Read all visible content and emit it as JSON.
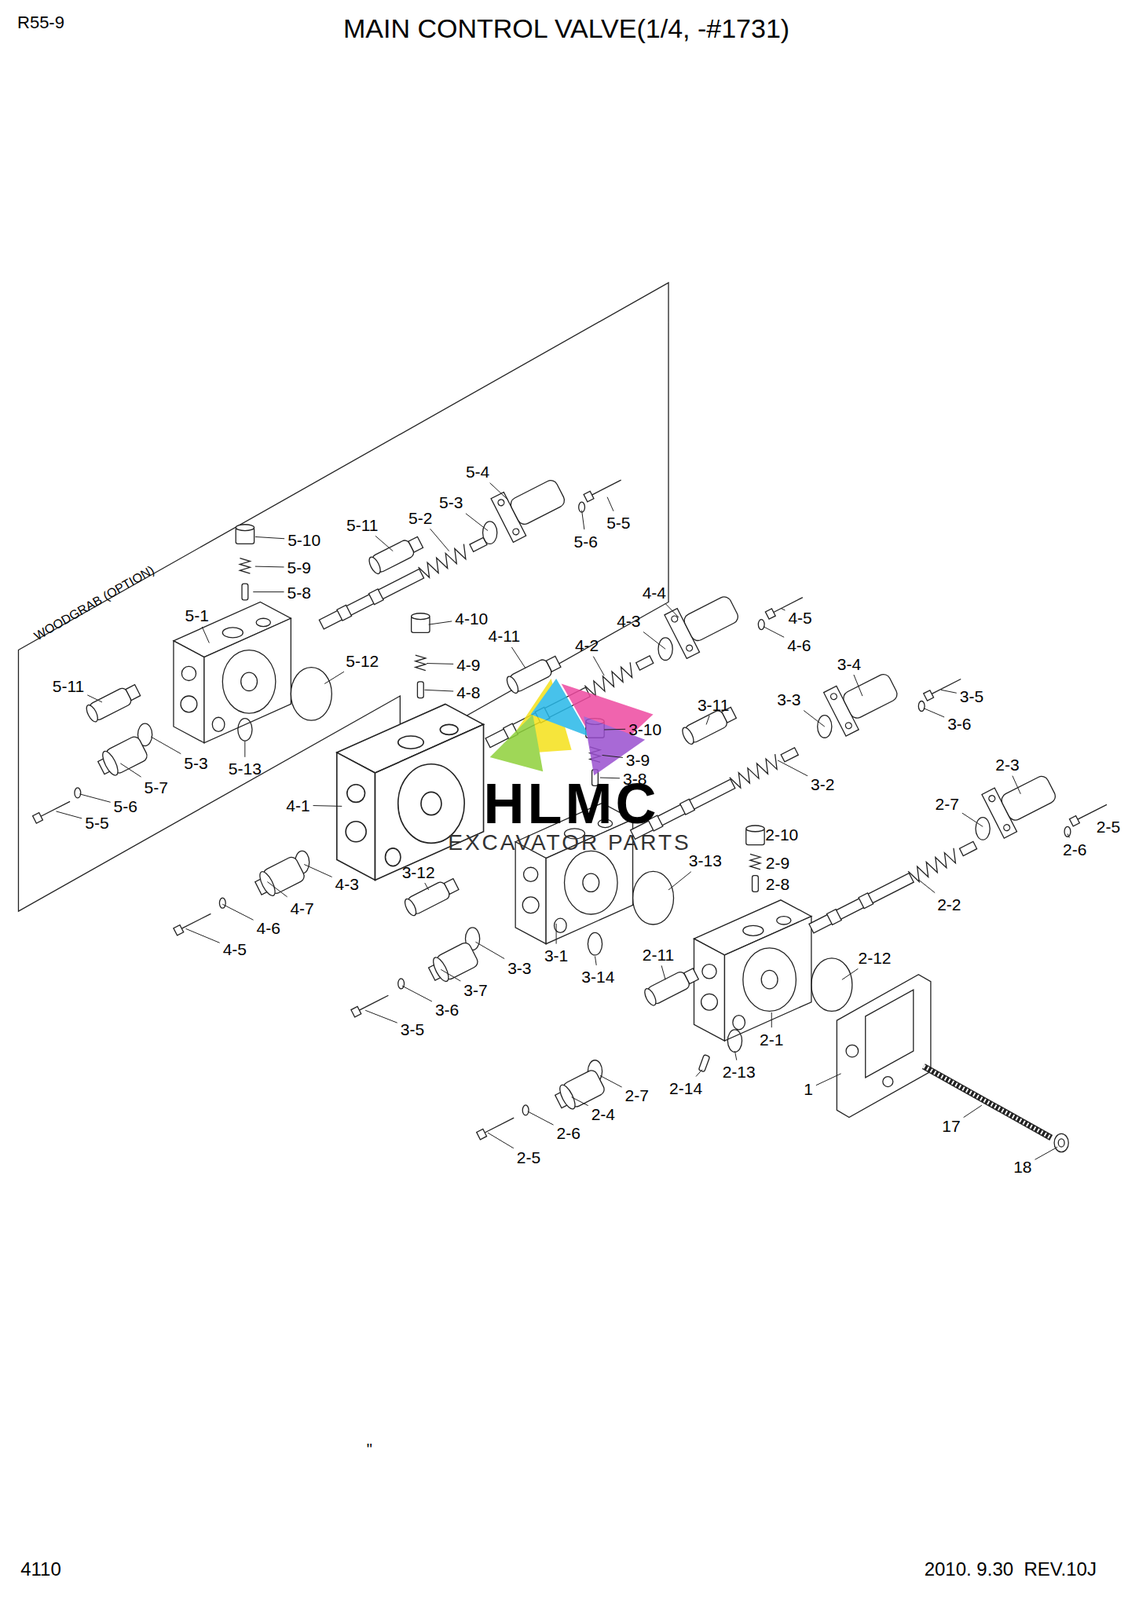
{
  "diagram": {
    "title": "MAIN CONTROL VALVE(1/4, -#1731)",
    "labels": [
      "R55-9",
      "WOODGRAB (OPTION)",
      "5-4",
      "5-3",
      "5-2",
      "5-11",
      "5-10",
      "5-9",
      "5-8",
      "5-1",
      "5-12",
      "5-11",
      "5-3",
      "5-13",
      "5-7",
      "5-6",
      "5-5",
      "5-6",
      "5-5",
      "4-4",
      "4-3",
      "4-2",
      "4-11",
      "4-10",
      "4-9",
      "4-8",
      "4-5",
      "4-6",
      "4-1",
      "4-3",
      "4-7",
      "4-6",
      "4-5",
      "3-4",
      "3-3",
      "3-5",
      "3-6",
      "3-11",
      "3-10",
      "3-9",
      "3-8",
      "3-2",
      "3-13",
      "3-12",
      "3-3",
      "3-1",
      "3-14",
      "3-7",
      "3-6",
      "3-5",
      "2-3",
      "2-7",
      "2-5",
      "2-6",
      "2-10",
      "2-9",
      "2-8",
      "2-2",
      "2-12",
      "2-11",
      "2-1",
      "2-13",
      "2-14",
      "2-7",
      "2-4",
      "2-6",
      "2-5",
      "1",
      "17",
      "18",
      "HLMC",
      "EXCAVATOR PARTS",
      "\"",
      "4110",
      "2010. 9.30  REV.10J"
    ]
  }
}
